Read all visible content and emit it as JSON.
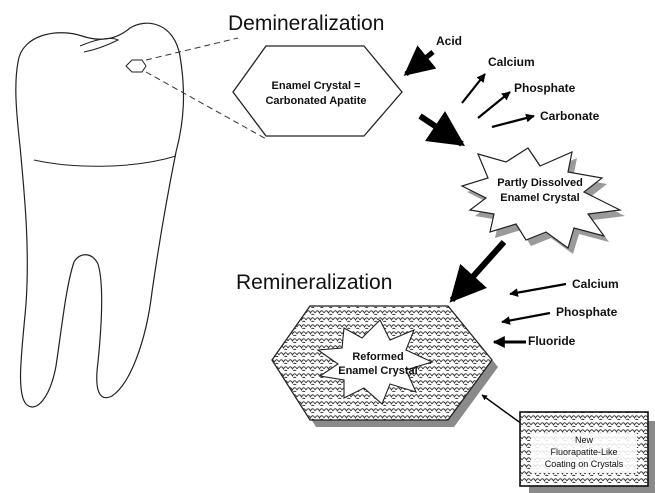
{
  "titles": {
    "demineralization": "Demineralization",
    "remineralization": "Remineralization"
  },
  "crystal": {
    "line1": "Enamel Crystal =",
    "line2": "Carbonated Apatite"
  },
  "acid_label": "Acid",
  "dissolved_products": [
    "Calcium",
    "Phosphate",
    "Carbonate"
  ],
  "partly_dissolved": {
    "line1": "Partly Dissolved",
    "line2": "Enamel Crystal"
  },
  "reformed": {
    "line1": "Reformed",
    "line2": "Enamel Crystal"
  },
  "incoming_ions": [
    "Calcium",
    "Phosphate",
    "Fluoride"
  ],
  "coating_box": {
    "line1": "New",
    "line2": "Fluorapatite-Like",
    "line3": "Coating on Crystals"
  }
}
